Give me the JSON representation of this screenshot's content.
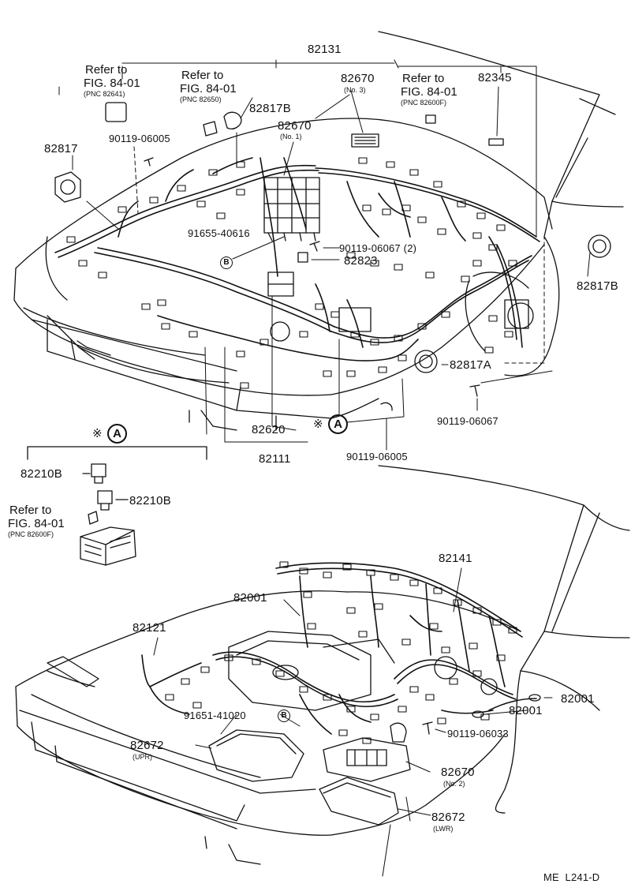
{
  "refs": [
    {
      "l1": "Refer to",
      "l2": "FIG. 84-01",
      "l3": "(PNC 82641)"
    },
    {
      "l1": "Refer to",
      "l2": "FIG. 84-01",
      "l3": "(PNC 82650)"
    },
    {
      "l1": "Refer to",
      "l2": "FIG. 84-01",
      "l3": "(PNC 82600F)"
    },
    {
      "l1": "Refer to",
      "l2": "FIG. 84-01",
      "l3": "(PNC 82600F)"
    }
  ],
  "parts": {
    "p82131": "82131",
    "p82670_3": "82670",
    "p82670_3_sub": "(No. 3)",
    "p82345": "82345",
    "p82817B_top": "82817B",
    "p82670_1": "82670",
    "p82670_1_sub": "(No. 1)",
    "p90119_06005_top": "90119-06005",
    "p82817": "82817",
    "p91655": "91655-40616",
    "p90119_06067_2": "90119-06067 (2)",
    "p82823": "82823",
    "p82817B_right": "82817B",
    "p82817A": "82817A",
    "p90119_06067": "90119-06067",
    "p82620": "82620",
    "p82111": "82111",
    "p90119_06005_bot": "90119-06005",
    "p82210B_1": "82210B",
    "p82210B_2": "82210B",
    "p82141": "82141",
    "p82001_a": "82001",
    "p82121": "82121",
    "p82001_b": "82001",
    "p82001_c": "82001",
    "p91651": "91651-41020",
    "p90119_06033": "90119-06033",
    "p82672_upr": "82672",
    "p82672_upr_sub": "(UPR)",
    "p82670_2": "82670",
    "p82670_2_sub": "(No. 2)",
    "p82672_lwr": "82672",
    "p82672_lwr_sub": "(LWR)"
  },
  "markers": {
    "b": "B",
    "a": "A",
    "star": "※"
  },
  "footer": "ME  L241-D"
}
